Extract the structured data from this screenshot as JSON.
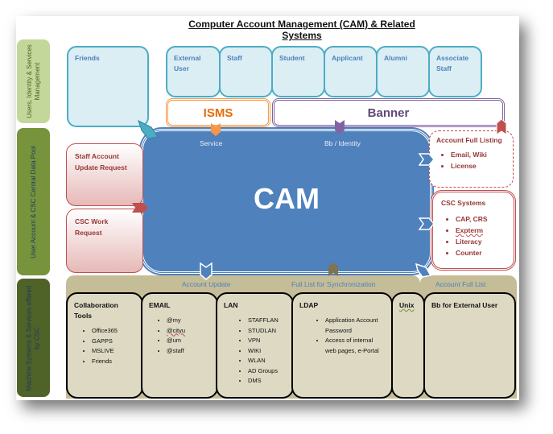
{
  "title": "Computer Account Management (CAM) & Related Systems",
  "bands": [
    {
      "label_line1": "Users, Identity & Services",
      "label_line2": "Management"
    },
    {
      "label_line1": "User Account & CSC Central Data Pool",
      "label_line2": ""
    },
    {
      "label_line1": "Machine Systems & Services offered",
      "label_line2": "by CSC"
    }
  ],
  "user_types": {
    "friends": "Friends",
    "items": [
      {
        "line1": "External",
        "line2": "User"
      },
      {
        "line1": "Staff",
        "line2": ""
      },
      {
        "line1": "Student",
        "line2": ""
      },
      {
        "line1": "Applicant",
        "line2": ""
      },
      {
        "line1": "Alumni",
        "line2": ""
      },
      {
        "line1": "Associate",
        "line2": "Staff"
      }
    ]
  },
  "sources": {
    "isms": "ISMS",
    "banner": "Banner"
  },
  "cam": {
    "label": "CAM",
    "service_label": "Service",
    "identity_label": "Bb / Identity"
  },
  "requests": {
    "staff_update": {
      "line1": "Staff Account",
      "line2": "Update Request"
    },
    "csc_work": "CSC Work Request"
  },
  "account_full_listing": {
    "title": "Account Full Listing",
    "items": [
      "Email, Wiki",
      "License"
    ]
  },
  "csc_systems": {
    "title": "CSC Systems",
    "items": [
      "CAP, CRS",
      "Expterm",
      "Literacy",
      "Counter"
    ]
  },
  "flows": {
    "account_update": "Account Update",
    "full_list_sync": "Full List for Synchronization",
    "account_full_list": "Account Full List"
  },
  "systems": [
    {
      "title_line1": "Collaboration",
      "title_line2": "Tools",
      "items": [
        "Office365",
        "GAPPS",
        "MSLIVE",
        "Friends"
      ]
    },
    {
      "title_line1": "EMAIL",
      "title_line2": "",
      "items": [
        "@my",
        "@cityu",
        "@um",
        "@staff"
      ]
    },
    {
      "title_line1": "LAN",
      "title_line2": "",
      "items": [
        "STAFFLAN",
        "STUDLAN",
        "VPN",
        "WIKI",
        "WLAN",
        "AD Groups",
        "DMS"
      ]
    },
    {
      "title_line1": "LDAP",
      "title_line2": "",
      "items": [
        "Application Account Password",
        "Access of internal web pages, e-Portal"
      ]
    },
    {
      "title_line1": "Unix",
      "title_line2": "",
      "items": []
    },
    {
      "title_line1": "Bb for External User",
      "title_line2": "",
      "items": []
    }
  ],
  "colors": {
    "cam_blue": "#4f81bd",
    "isms_orange": "#f79646",
    "banner_purple": "#8064a2",
    "request_red": "#c0504d",
    "user_teal": "#4bacc6",
    "system_tan": "#ddd9c3",
    "tray_tan": "#c4bd97",
    "band_light_green": "#c4d79b",
    "band_mid_green": "#77933c",
    "band_dark_green": "#4f6228"
  }
}
